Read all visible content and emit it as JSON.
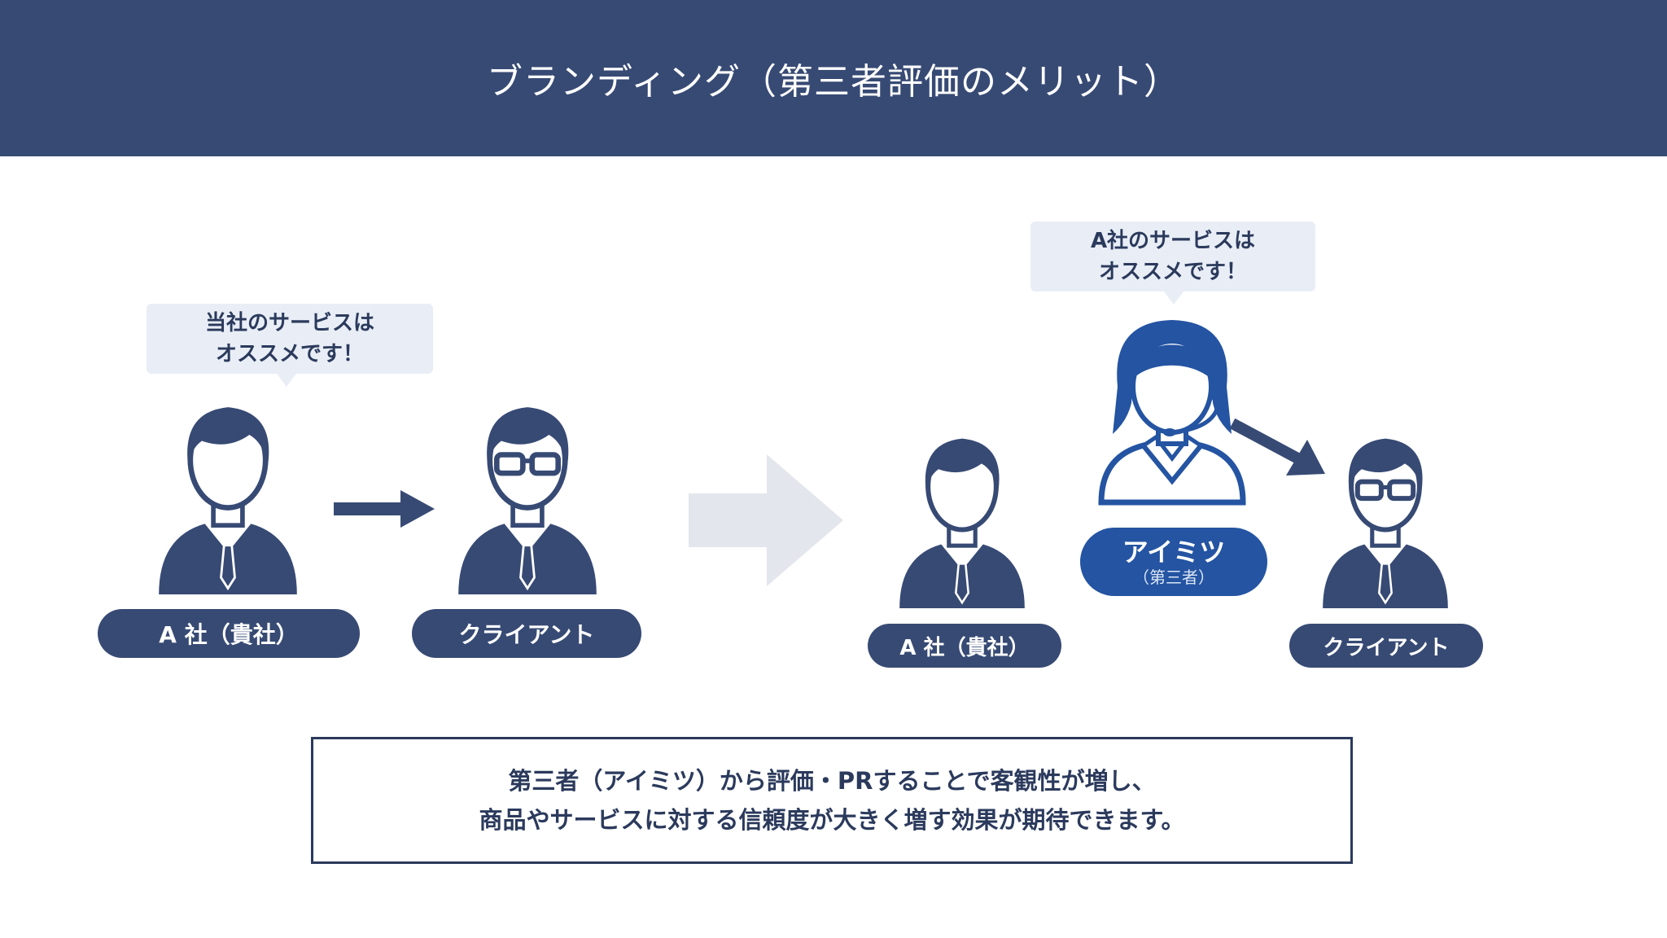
{
  "header": {
    "title": "ブランディング（第三者評価のメリット）"
  },
  "left_scene": {
    "bubble": {
      "line1": "当社のサービスは",
      "line2": "オススメです！"
    },
    "company_label": "A 社（貴社）",
    "client_label": "クライアント"
  },
  "right_scene": {
    "bubble": {
      "line1": "A社のサービスは",
      "line2": "オススメです！"
    },
    "company_label": "A 社（貴社）",
    "third_party": {
      "name": "アイミツ",
      "role": "（第三者）"
    },
    "client_label": "クライアント"
  },
  "summary": {
    "line1": "第三者（アイミツ）から評価・PRすることで客観性が増し、",
    "line2": "商品やサービスに対する信頼度が大きく増す効果が期待できます。"
  },
  "colors": {
    "navy": "#374a74",
    "accent_blue": "#2454a2",
    "bubble_bg": "#e9eef6",
    "big_arrow": "#e3e6ec"
  }
}
